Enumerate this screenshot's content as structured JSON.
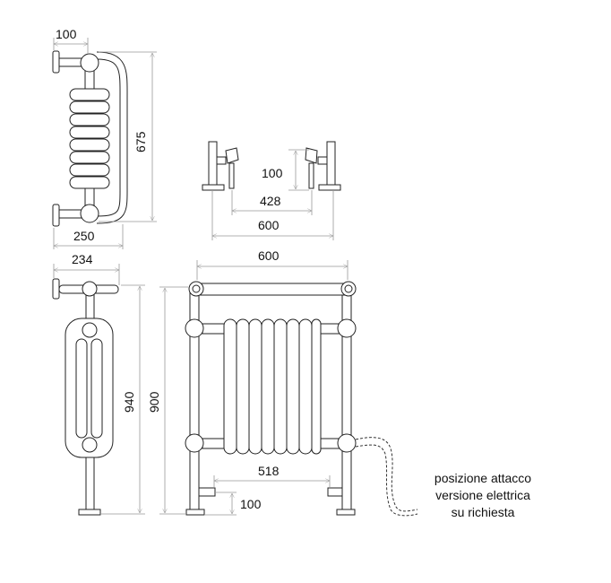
{
  "side_top_view": {
    "depth": "100",
    "height": "675",
    "width": "250"
  },
  "valves_view": {
    "valve_height": "100",
    "inner_centers": "428",
    "outer_width": "600"
  },
  "side_view": {
    "depth": "234",
    "height": "940"
  },
  "front_view": {
    "width": "600",
    "height": "900",
    "centers": "518",
    "pipe_height": "100"
  },
  "note": {
    "line1": "posizione attacco",
    "line2": "versione elettrica",
    "line3": "su richiesta"
  }
}
